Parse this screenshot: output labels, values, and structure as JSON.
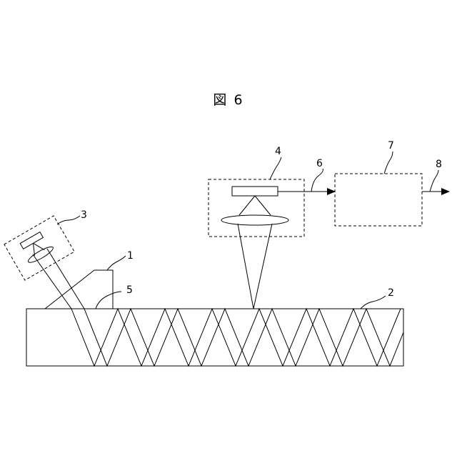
{
  "figure": {
    "title": "図 6",
    "labels": {
      "prism": "1",
      "waveguide": "2",
      "light_source_module": "3",
      "detector_module": "4",
      "coupling_face": "5",
      "output_signal": "6",
      "processing_unit": "7",
      "result_output": "8"
    }
  },
  "colors": {
    "line": "#000000",
    "background": "#ffffff"
  }
}
